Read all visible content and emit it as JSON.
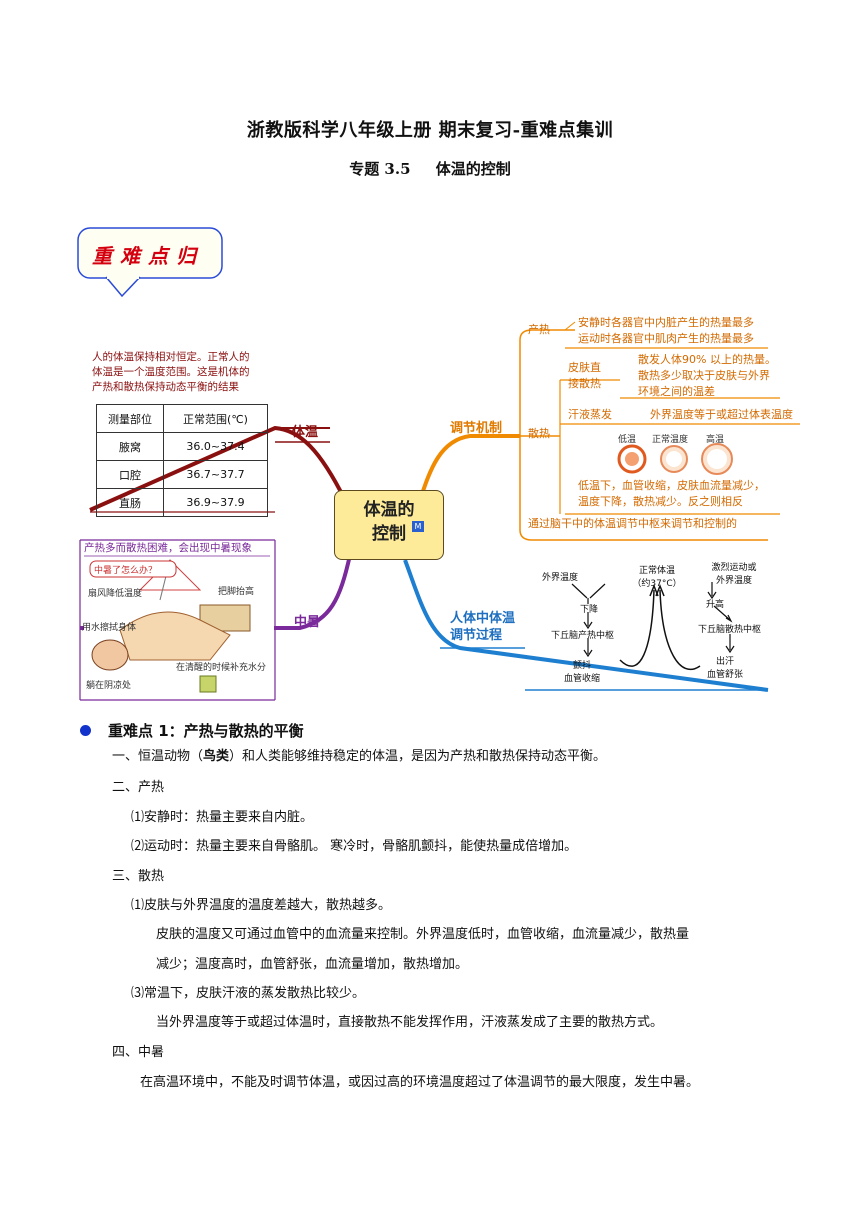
{
  "header": {
    "title": "浙教版科学八年级上册 期末复习-重难点集训",
    "subtitle_code": "专题 3.5",
    "subtitle_name": "体温的控制"
  },
  "callout": {
    "text": "重难点归"
  },
  "mindmap": {
    "center": {
      "line1": "体温的",
      "line2": "控制",
      "badge": "M"
    },
    "body_temp": {
      "label": "体温",
      "note_lines": [
        "人的体温保持相对恒定。正常人的",
        "体温是一个温度范围。这是机体的",
        "产热和散热保持动态平衡的结果"
      ],
      "table_header": [
        "测量部位",
        "正常范围(℃)"
      ],
      "table_rows": [
        [
          "腋窝",
          "36.0~37.4"
        ],
        [
          "口腔",
          "36.7~37.7"
        ],
        [
          "直肠",
          "36.9~37.9"
        ]
      ]
    },
    "heatstroke": {
      "label": "中暑",
      "note": "产热多而散热困难，会出现中暑现象",
      "bubble": "中暑了怎么办？",
      "tips": [
        "扇风降低温度",
        "把脚抬高",
        "用水擦拭身体",
        "在清醒的时候补充水分",
        "躺在阴凉处"
      ]
    },
    "mechanism": {
      "label": "调节机制",
      "production_label": "产热",
      "production_lines": [
        "安静时各器官中内脏产生的热量最多",
        "运动时各器官中肌肉产生的热量最多"
      ],
      "dissipation_label": "散热",
      "skin_label_1": "皮肤直",
      "skin_label_2": "接散热",
      "skin_lines": [
        "散发人体90% 以上的热量。",
        "散热多少取决于皮肤与外界",
        "环境之间的温差"
      ],
      "sweat_label": "汗液蒸发",
      "sweat_line": "外界温度等于或超过体表温度",
      "vessel_labels": [
        "低温",
        "正常温度",
        "高温"
      ],
      "vessel_lines": [
        "低温下，血管收缩，皮肤血流量减少，",
        "温度下降，散热减少。反之则相反"
      ],
      "center_line": "通过脑干中的体温调节中枢来调节和控制的"
    },
    "regulation": {
      "label_1": "人体中体温",
      "label_2": "调节过程",
      "outside": "外界温度",
      "down": "下降",
      "hypo_heat": "下丘脑产热中枢",
      "shiver_1": "颤抖",
      "shiver_2": "血管收缩",
      "normal_1": "正常体温",
      "normal_2": "（约37°C）",
      "exercise_1": "激烈运动或",
      "exercise_2": "外界温度",
      "up": "升高",
      "hypo_cool": "下丘脑散热中枢",
      "sweat_1": "出汗",
      "sweat_2": "血管舒张"
    }
  },
  "section1": {
    "title": "重难点 1：产热与散热的平衡",
    "p1_prefix": "一、恒温动物（",
    "p1_bold": "鸟类",
    "p1_suffix": "）和人类能够维持稳定的体温，是因为产热和散热保持动态平衡。",
    "h2": "二、产热",
    "p2_1": "⑴安静时：热量主要来自内脏。",
    "p2_2": "⑵运动时：热量主要来自骨骼肌。 寒冷时，骨骼肌颤抖，能使热量成倍增加。",
    "h3": "三、散热",
    "p3_1": "⑴皮肤与外界温度的温度差越大，散热越多。",
    "p3_2a": "皮肤的温度又可通过血管中的血流量来控制。外界温度低时，血管收缩，血流量减少，散热量",
    "p3_2b": "减少；温度高时，血管舒张，血流量增加，散热增加。",
    "p3_3": "⑶常温下，皮肤汗液的蒸发散热比较少。",
    "p3_4": "当外界温度等于或超过体温时，直接散热不能发挥作用，汗液蒸发成了主要的散热方式。",
    "h4": "四、中暑",
    "p4": "在高温环境中，不能及时调节体温，或因过高的环境温度超过了体温调节的最大限度，发生中暑。"
  }
}
